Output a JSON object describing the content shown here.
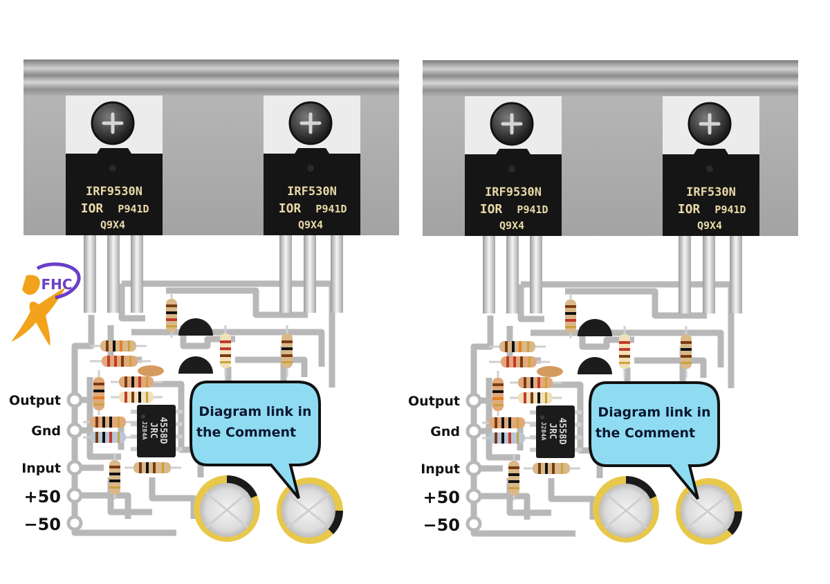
{
  "logo": {
    "text": "FHC",
    "icon": "person-logo-icon"
  },
  "boards": [
    {
      "id": "left",
      "transistors": [
        {
          "part": "IRF9530N",
          "brand": "IOR",
          "code": "P941D",
          "lot": "Q9X4"
        },
        {
          "part": "IRF530N",
          "brand": "IOR",
          "code": "P941D",
          "lot": "Q9X4"
        }
      ],
      "ic": {
        "line1": "4558D",
        "line2": "JRC",
        "line3": "J284A"
      },
      "pins": [
        "Output",
        "Gnd",
        "Input",
        "+50",
        "−50"
      ],
      "callout": {
        "line1": "Diagram link in",
        "line2": "the Comment"
      }
    },
    {
      "id": "right",
      "transistors": [
        {
          "part": "IRF9530N",
          "brand": "IOR",
          "code": "P941D",
          "lot": "Q9X4"
        },
        {
          "part": "IRF530N",
          "brand": "IOR",
          "code": "P941D",
          "lot": "Q9X4"
        }
      ],
      "ic": {
        "line1": "4558D",
        "line2": "JRC",
        "line3": "J284A"
      },
      "pins": [
        "Output",
        "Gnd",
        "Input",
        "+50",
        "−50"
      ],
      "callout": {
        "line1": "Diagram link in",
        "line2": "the Comment"
      }
    }
  ],
  "colors": {
    "heatsink": "#a9a9a9",
    "trace": "#b8b8b8",
    "mosfet_body": "#151515",
    "mosfet_tab": "#ececec",
    "callout_fill": "#8fdcf2",
    "cap_gold": "#e8c84a",
    "logo_purple": "#6a3fc8",
    "logo_orange": "#f2a21b"
  }
}
